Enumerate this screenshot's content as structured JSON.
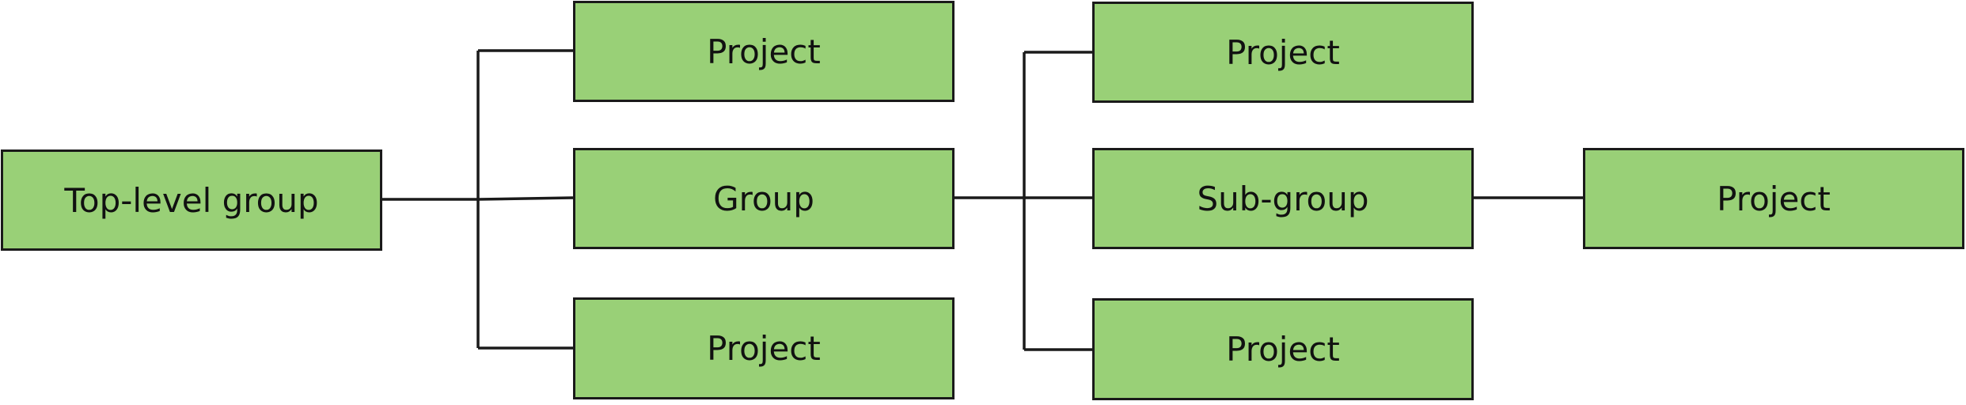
{
  "diagram": {
    "colors": {
      "node_fill": "#99d077",
      "stroke": "#1a1a1a",
      "text": "#111111"
    },
    "nodes": {
      "top_level_group": "Top-level group",
      "group": "Group",
      "group_project_upper": "Project",
      "group_project_lower": "Project",
      "subgroup": "Sub-group",
      "subgroup_sibling_project_upper": "Project",
      "subgroup_sibling_project_lower": "Project",
      "subgroup_project": "Project"
    },
    "edges": [
      {
        "from": "top_level_group",
        "to": "group_project_upper"
      },
      {
        "from": "top_level_group",
        "to": "group"
      },
      {
        "from": "top_level_group",
        "to": "group_project_lower"
      },
      {
        "from": "group",
        "to": "subgroup_sibling_project_upper"
      },
      {
        "from": "group",
        "to": "subgroup"
      },
      {
        "from": "group",
        "to": "subgroup_sibling_project_lower"
      },
      {
        "from": "subgroup",
        "to": "subgroup_project"
      }
    ]
  }
}
